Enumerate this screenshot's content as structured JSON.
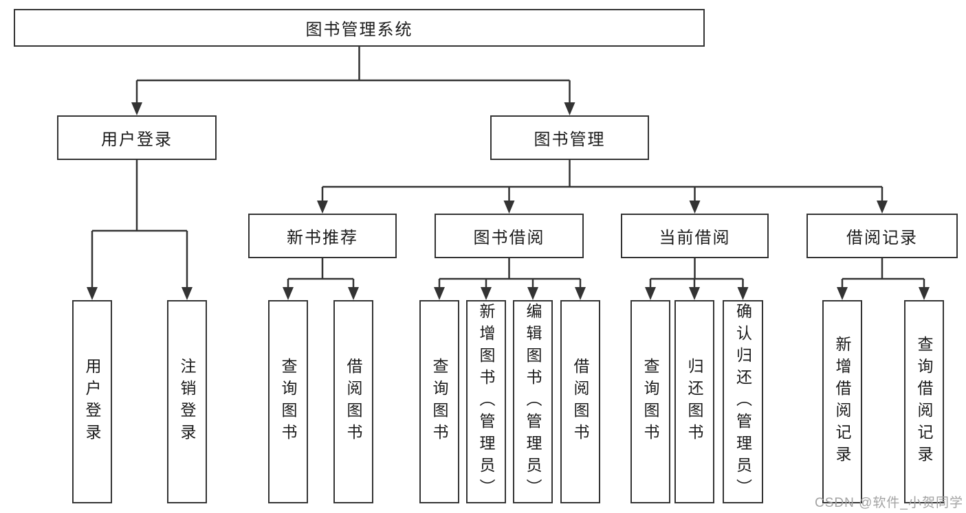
{
  "tree": {
    "root": {
      "label": "图书管理系统",
      "children": [
        {
          "label": "用户登录",
          "children": [
            {
              "label": "用户登录"
            },
            {
              "label": "注销登录"
            }
          ]
        },
        {
          "label": "图书管理",
          "children": [
            {
              "label": "新书推荐",
              "children": [
                {
                  "label": "查询图书"
                },
                {
                  "label": "借阅图书"
                }
              ]
            },
            {
              "label": "图书借阅",
              "children": [
                {
                  "label": "查询图书"
                },
                {
                  "label": "新增图书（管理员）"
                },
                {
                  "label": "编辑图书（管理员）"
                },
                {
                  "label": "借阅图书"
                }
              ]
            },
            {
              "label": "当前借阅",
              "children": [
                {
                  "label": "查询图书"
                },
                {
                  "label": "归还图书"
                },
                {
                  "label": "确认归还（管理员）"
                }
              ]
            },
            {
              "label": "借阅记录",
              "children": [
                {
                  "label": "新增借阅记录"
                },
                {
                  "label": "查询借阅记录"
                }
              ]
            }
          ]
        }
      ]
    }
  },
  "watermark": {
    "text": "CSDN @软件_小贺同学"
  },
  "colors": {
    "line": "#333333",
    "box_border": "#333333",
    "box_fill": "#ffffff",
    "text": "#1a1a1a",
    "watermark": "#a3a3a3",
    "background": "#ffffff"
  }
}
